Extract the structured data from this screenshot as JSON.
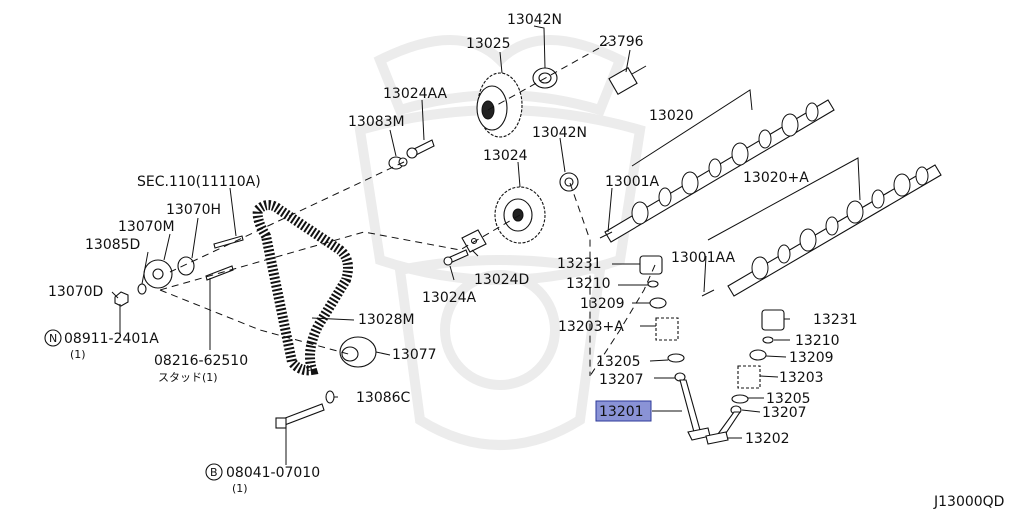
{
  "diagram_code": "J13000QD",
  "selected_part": "13201",
  "watermark_icon": "samurai-helmet-logo",
  "colors": {
    "highlight": "#8a93d6",
    "line": "#111111",
    "background": "#ffffff"
  },
  "parts": {
    "p13042N_top": "13042N",
    "p13025": "13025",
    "p23796": "23796",
    "p13024AA": "13024AA",
    "p13083M": "13083M",
    "p13020": "13020",
    "p13042N_mid": "13042N",
    "p13024": "13024",
    "p13001A": "13001A",
    "p13020A": "13020+A",
    "pSEC110": "SEC.110(11110A)",
    "p13070H": "13070H",
    "p13070M": "13070M",
    "p13085D": "13085D",
    "p13231_a": "13231",
    "p13001AA": "13001AA",
    "p13210_a": "13210",
    "p13024D": "13024D",
    "p13070D": "13070D",
    "p13209_a": "13209",
    "p13024A": "13024A",
    "p13028M": "13028M",
    "p13231_b": "13231",
    "p13203A": "13203+A",
    "p08911": "08911-2401A",
    "p08911_qty": "(1)",
    "p13210_b": "13210",
    "p13077": "13077",
    "p13209_b": "13209",
    "p08216": "08216-62510",
    "p08216_sub": "スタッド(1)",
    "p13205_a": "13205",
    "p13203": "13203",
    "p13207_a": "13207",
    "p13086C": "13086C",
    "p13205_b": "13205",
    "p13201": "13201",
    "p13207_b": "13207",
    "p13202": "13202",
    "p08041": "08041-07010",
    "p08041_qty": "(1)"
  },
  "badges": {
    "n": "N",
    "b": "B"
  }
}
